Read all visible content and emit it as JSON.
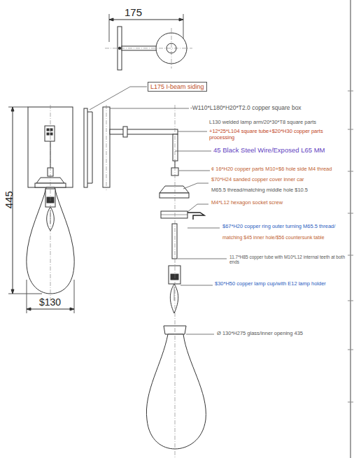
{
  "diagram": {
    "nodes": [
      {
        "text": [
          "L175 I-beam siding"
        ]
      }
    ],
    "labels": [
      "175",
      "-W110*L180*H20*T2.0 copper square box",
      "445",
      "L130 welded lamp arm/20*30*T8 square parts",
      "+12*25*L104 square tube+$20*H30 copper parts processing",
      "45 Black Steel Wire/Exposed L65 MM",
      "¢ 16*H20 copper parts M10+$6 hole side M4 thread",
      "$70*H24 sanded copper cover inner car",
      "M65.5 thread/matching middle hole $10.5",
      "M4*L12 hexagon socket screw",
      "$67*H20 copper ring outer turning M65.5 thread/",
      "matching $45 inner hole/$56 countersunk table",
      "11.7*H85 copper tube with M10*L12 internal teeth at both ends",
      "$30*H50 copper lamp cup/with E12 lamp holder",
      "Ø 130*H275 glass/inner opening 435",
      "$130"
    ]
  }
}
